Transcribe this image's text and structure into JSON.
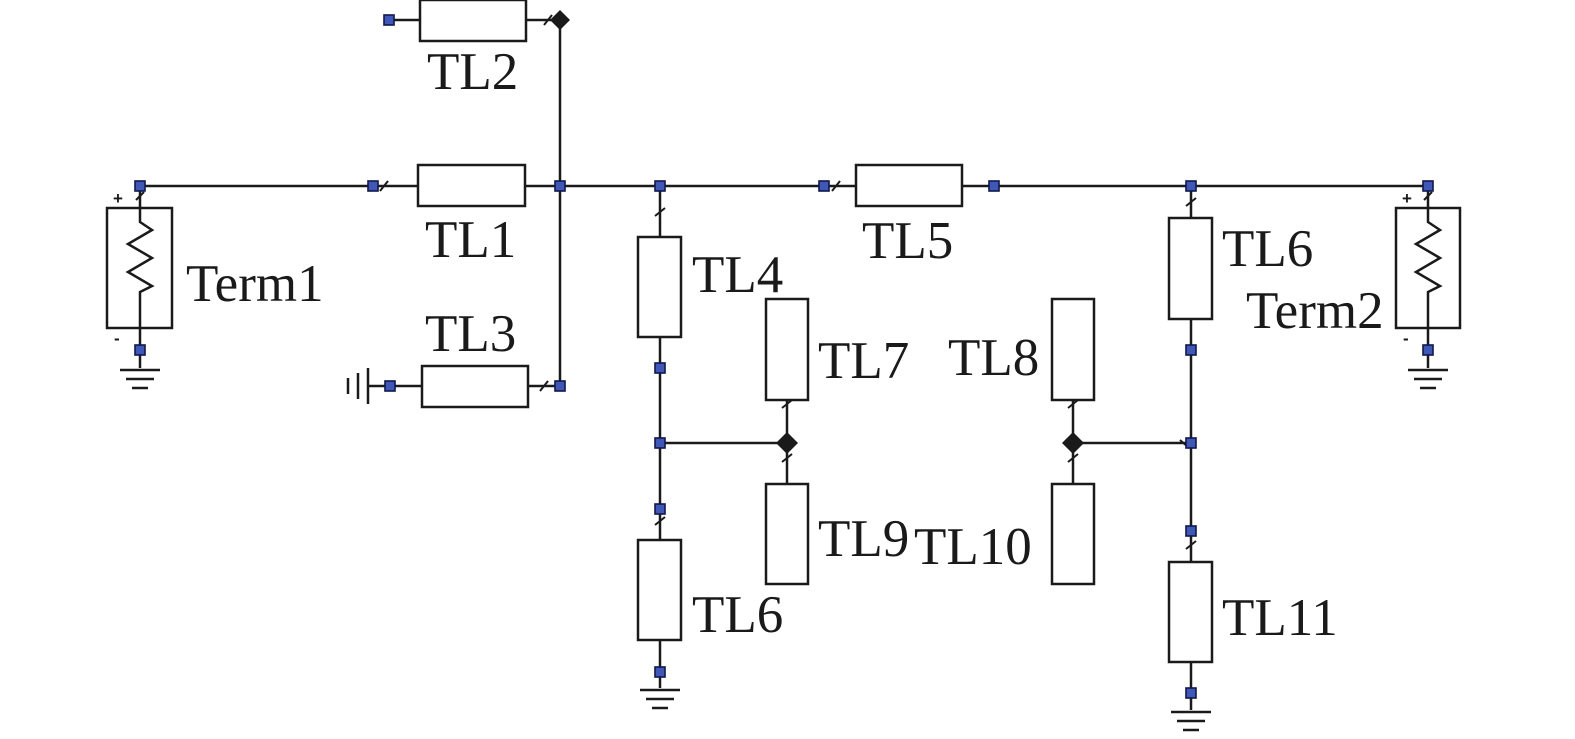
{
  "labels": {
    "term1": "Term1",
    "term2": "Term2",
    "tl1": "TL1",
    "tl2": "TL2",
    "tl3": "TL3",
    "tl4": "TL4",
    "tl5": "TL5",
    "tl6_upper": "TL6",
    "tl6_lower": "TL6",
    "tl7": "TL7",
    "tl8": "TL8",
    "tl9": "TL9",
    "tl10": "TL10",
    "tl11": "TL11"
  },
  "polarity": {
    "plus": "+",
    "minus": "-"
  },
  "colors": {
    "line": "#1a1a1a",
    "pin": "#3f58b7",
    "background": "#ffffff"
  }
}
